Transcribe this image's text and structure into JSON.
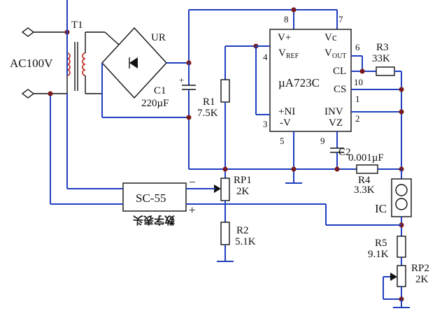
{
  "labels": {
    "ac_source": "AC100V",
    "transformer": "T1",
    "rectifier": "UR",
    "c1_name": "C1",
    "c1_value": "220µF",
    "r1_name": "R1",
    "r1_value": "7.5K",
    "ic_name": "µA723C",
    "vplus": "V+",
    "vc": "Vc",
    "vref": "V",
    "vref_sub": "REF",
    "vout": "V",
    "vout_sub": "OUT",
    "cl": "CL",
    "cs": "CS",
    "ni": "+NI",
    "neg_v": "-V",
    "inv": "INV",
    "vz": "VZ",
    "pin8": "8",
    "pin7": "7",
    "pin4": "4",
    "pin6": "6",
    "pin10": "10",
    "pin1": "1",
    "pin2": "2",
    "pin3": "3",
    "pin5": "5",
    "pin9": "9",
    "r3_name": "R3",
    "r3_value": "33K",
    "c2_name": "C2",
    "c2_value": "0.001µF",
    "r4_name": "R4",
    "r4_value": "3.3K",
    "ic_cell": "IC",
    "rp1_name": "RP1",
    "rp1_value": "2K",
    "meter": "SC-55",
    "meter_minus": "−",
    "meter_plus": "+",
    "meter_caption": "数字表头",
    "r2_name": "R2",
    "r2_value": "5.1K",
    "r5_name": "R5",
    "r5_value": "9.1K",
    "rp2_name": "RP2",
    "rp2_value": "2K"
  },
  "colors": {
    "wire": "#1f3fbf",
    "coil": "#c0392b",
    "junction": "#7a1a1a",
    "ink": "#111111"
  }
}
